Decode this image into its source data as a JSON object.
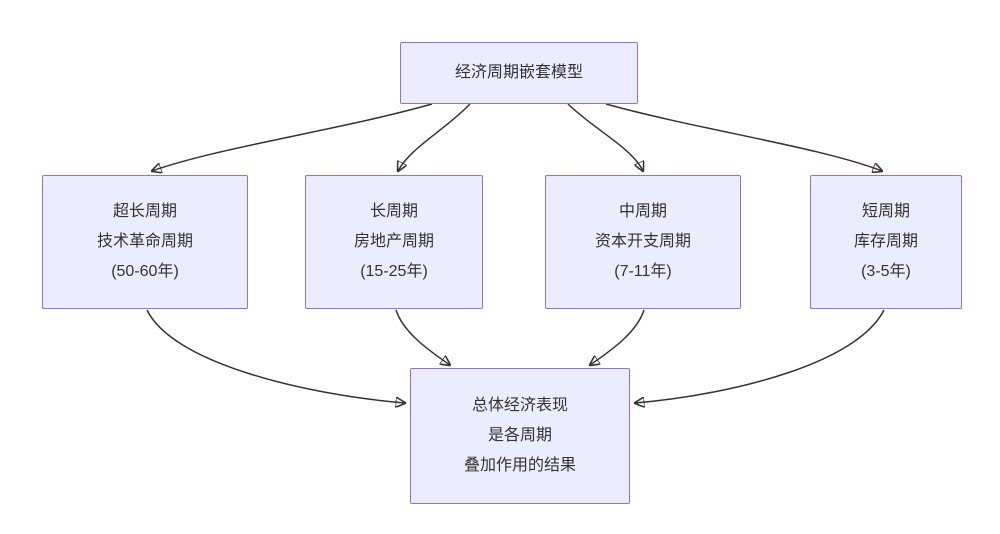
{
  "diagram": {
    "title": "经济周期嵌套模型",
    "root": {
      "label": "经济周期嵌套模型"
    },
    "nodes": [
      {
        "id": "ultra-long-cycle",
        "lines": [
          "超长周期",
          "技术革命周期",
          "(50-60年)"
        ]
      },
      {
        "id": "long-cycle",
        "lines": [
          "长周期",
          "房地产周期",
          "(15-25年)"
        ]
      },
      {
        "id": "mid-cycle",
        "lines": [
          "中周期",
          "资本开支周期",
          "(7-11年)"
        ]
      },
      {
        "id": "short-cycle",
        "lines": [
          "短周期",
          "库存周期",
          "(3-5年)"
        ]
      }
    ],
    "result": {
      "lines": [
        "总体经济表现",
        "是各周期",
        "叠加作用的结果"
      ]
    },
    "edges": [
      {
        "from": "root",
        "to": "ultra-long-cycle"
      },
      {
        "from": "root",
        "to": "long-cycle"
      },
      {
        "from": "root",
        "to": "mid-cycle"
      },
      {
        "from": "root",
        "to": "short-cycle"
      },
      {
        "from": "ultra-long-cycle",
        "to": "result"
      },
      {
        "from": "long-cycle",
        "to": "result"
      },
      {
        "from": "mid-cycle",
        "to": "result"
      },
      {
        "from": "short-cycle",
        "to": "result"
      }
    ],
    "colors": {
      "node_fill": "#ECECFF",
      "node_border": "#9370DB",
      "arrow": "#333333",
      "background": "#FFFFFF",
      "text": "#333333"
    }
  }
}
